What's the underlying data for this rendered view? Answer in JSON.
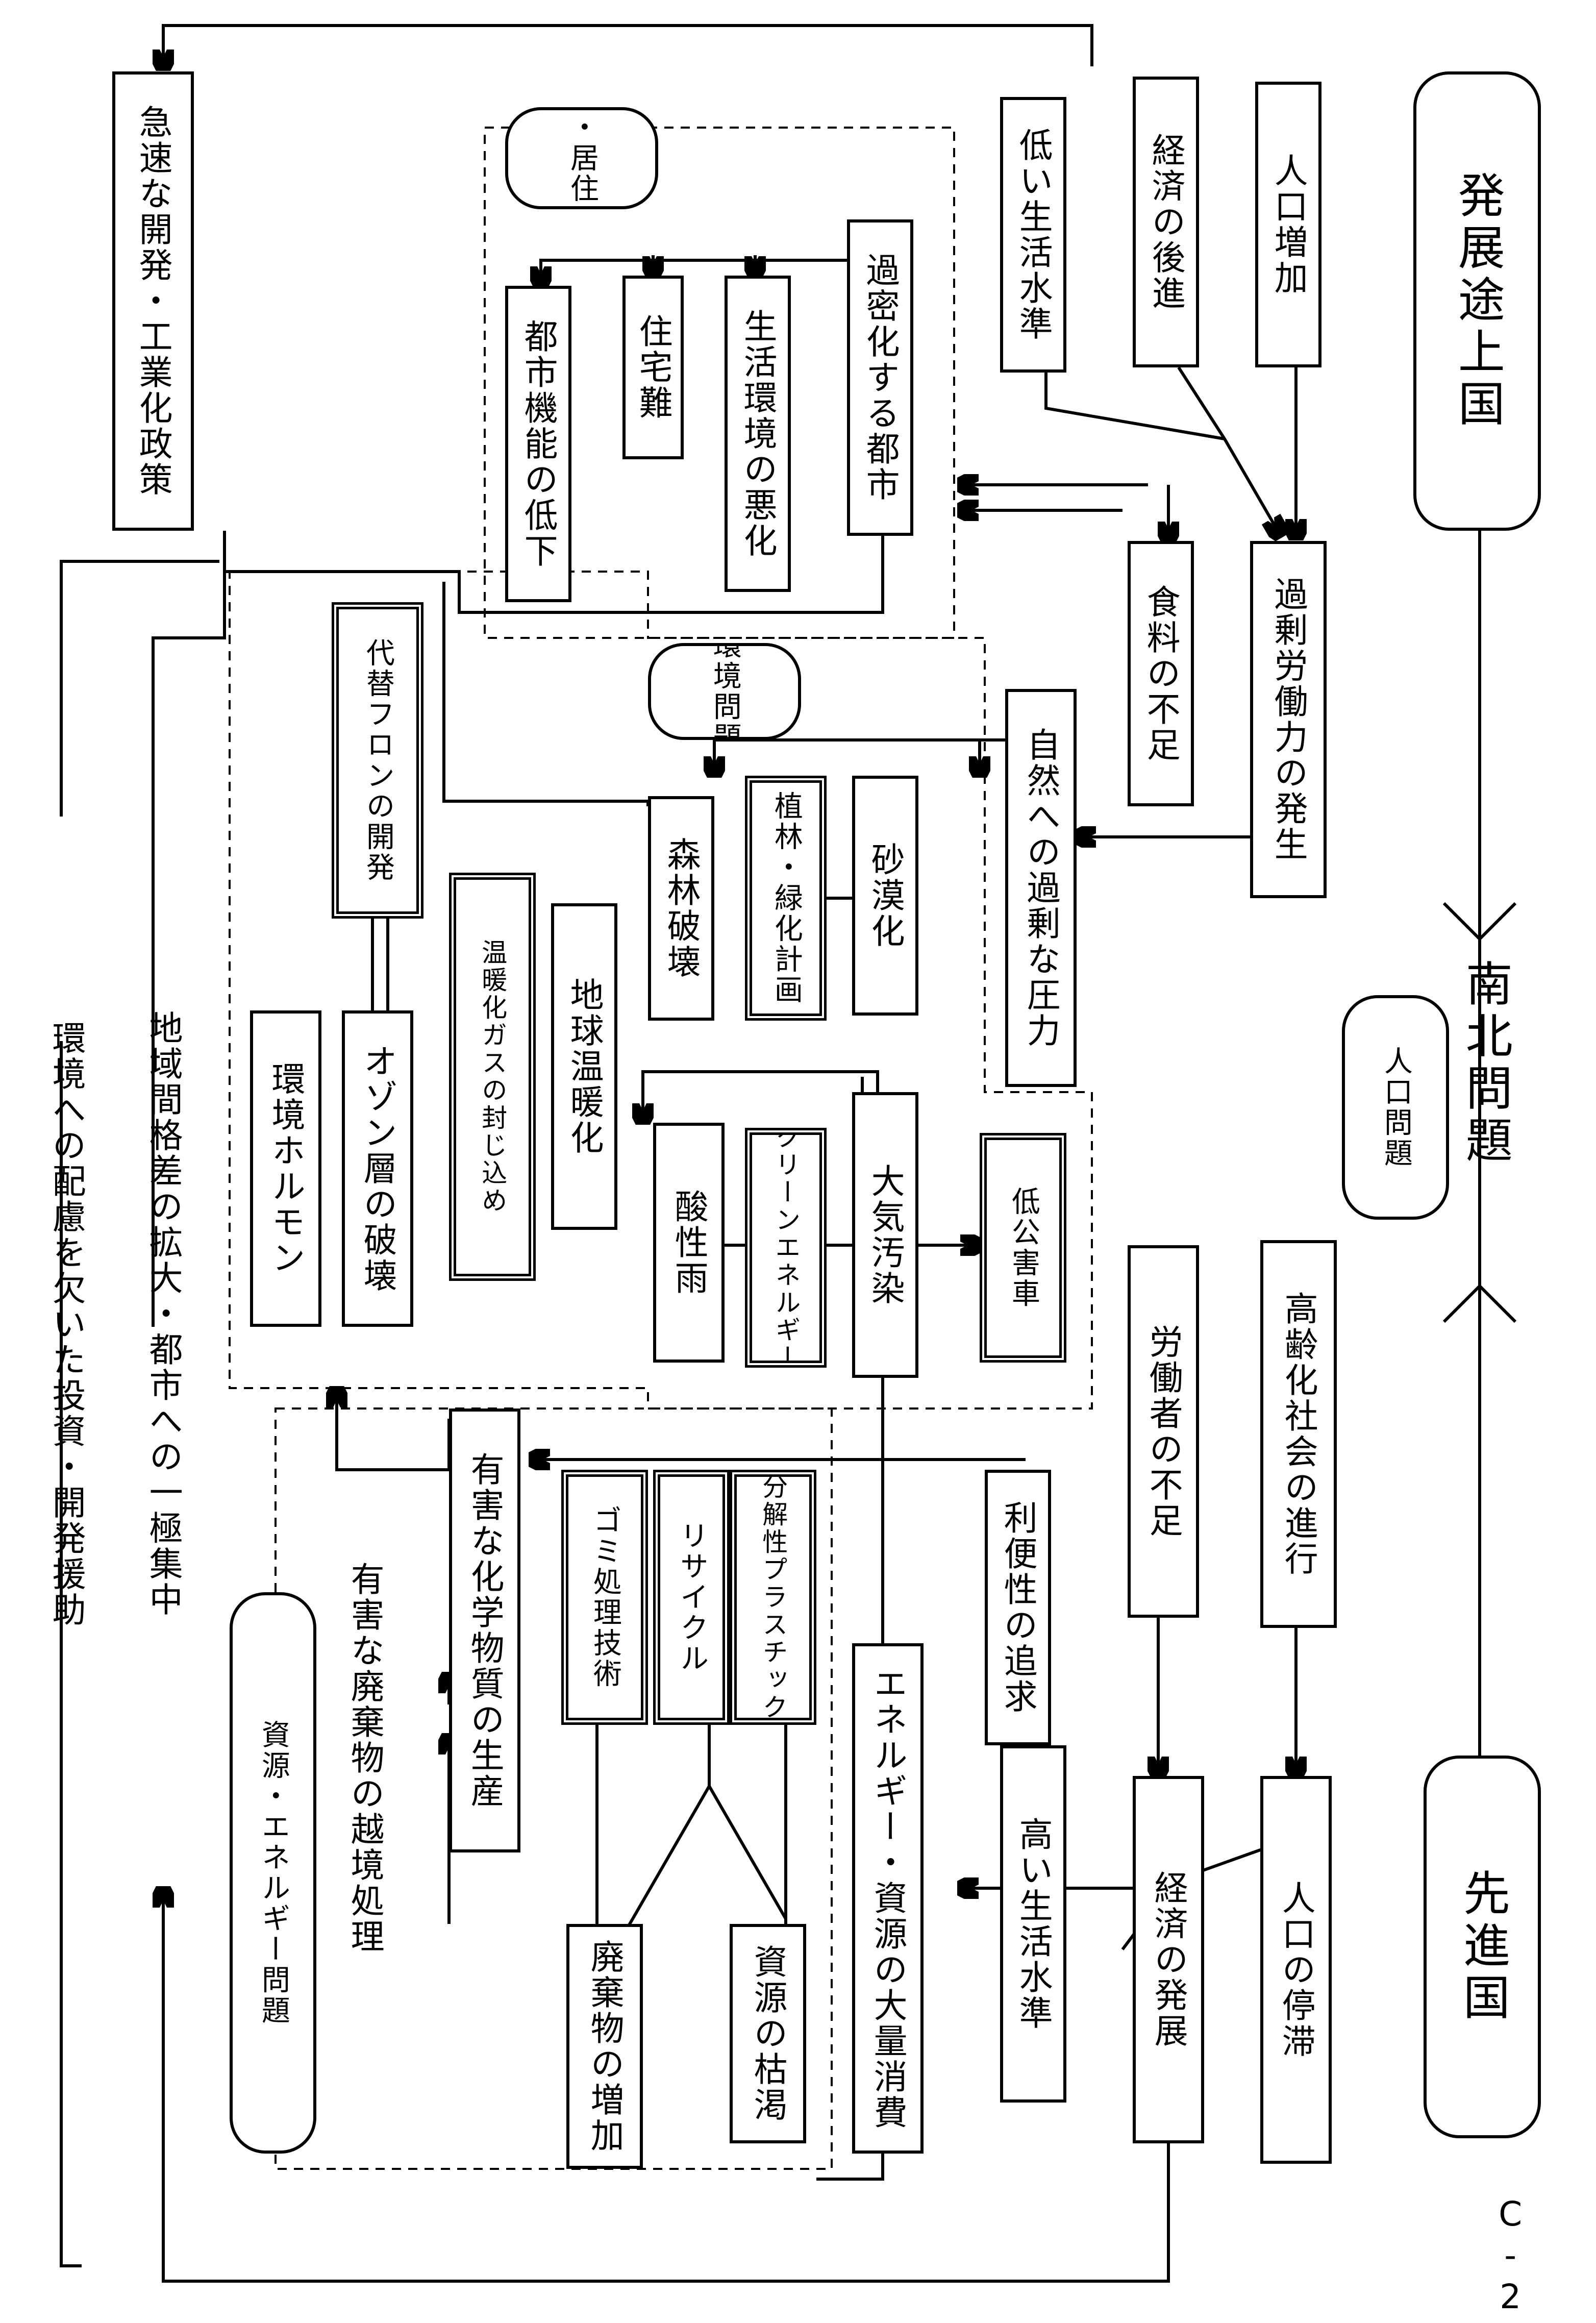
{
  "header": {
    "developing": "発展途上国",
    "north_south": "南北問題",
    "developed": "先進国",
    "page_id": "C-2"
  },
  "developing": {
    "pop_increase": "人口増加",
    "econ_lag": "経済の後進",
    "low_living": "低い生活水準",
    "rapid_dev": "急速な開発・工業化政策",
    "overpop": "過剰労働力の発生",
    "food_shortage": "食料の不足",
    "nature_pressure": "自然への過剰な圧力"
  },
  "urban": {
    "title": "都市・居住問題",
    "overcrowded": "過密化する都市",
    "env_worse": "生活環境の悪化",
    "housing": "住宅難",
    "function_down": "都市機能の低下"
  },
  "env": {
    "title": "環境問題",
    "desert": "砂漠化",
    "plant": "植林・緑化計画",
    "forest": "森林破壊",
    "alt_cfc": "代替フロンの開発",
    "greenhouse": "温暖化ガスの封じ込め",
    "warming": "地球温暖化",
    "env_hormone": "環境ホルモン",
    "ozone": "オゾン層の破壊",
    "air": "大気汚染",
    "lowpollution_car": "低公害車",
    "clean_energy": "クリーンエネルギー",
    "acid_rain": "酸性雨"
  },
  "population": {
    "title": "人口問題",
    "aging": "高齢化社会の進行",
    "labor_short": "労働者の不足"
  },
  "developed": {
    "pop_stagnant": "人口の停滞",
    "econ_dev": "経済の発展",
    "high_living": "高い生活水準",
    "convenience": "利便性の追求",
    "mass_consume": "エネルギー・資源の大量消費",
    "depletion": "資源の枯渇",
    "waste_inc": "廃棄物の増加",
    "biodeg": "分解性プラスチック",
    "recycle": "リサイクル",
    "garbage_tech": "ゴミ処理技術",
    "harmful": "有害な化学物質の生産",
    "harmful_waste": "有害な廃棄物の越境処理",
    "resource_title": "資源・エネルギー問題"
  },
  "bottom": {
    "gap": "地域間格差の拡大・都市への一極集中",
    "investment": "環境への配慮を欠いた投資・開発援助"
  }
}
